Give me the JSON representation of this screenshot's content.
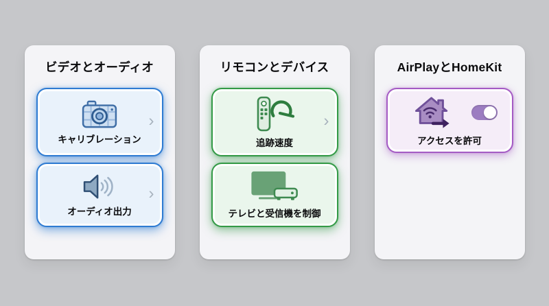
{
  "colors": {
    "page_background": "#c6c7ca",
    "card_background": "#f4f4f7",
    "blue_accent": "#2e7bd2",
    "green_accent": "#339a46",
    "purple_accent": "#a45bc4",
    "toggle_track_on": "#9c7dc1"
  },
  "glyphs": {
    "chevron_right": "›"
  },
  "cards": [
    {
      "title": "ビデオとオーディオ",
      "buttons": [
        {
          "label": "キャリブレーション",
          "icon": "camera-calibration-icon",
          "has_chevron": true
        },
        {
          "label": "オーディオ出力",
          "icon": "speaker-waves-icon",
          "has_chevron": true
        }
      ]
    },
    {
      "title": "リモコンとデバイス",
      "buttons": [
        {
          "label": "追跡速度",
          "icon": "remote-gauge-icon",
          "has_chevron": true
        },
        {
          "label": "テレビと受信機を制御",
          "icon": "tv-receiver-icon",
          "has_chevron": false
        }
      ]
    },
    {
      "title": "AirPlayとHomeKit",
      "buttons": [
        {
          "label": "アクセスを許可",
          "icon": "home-wifi-share-icon",
          "toggle": {
            "state": "on"
          }
        }
      ]
    }
  ]
}
